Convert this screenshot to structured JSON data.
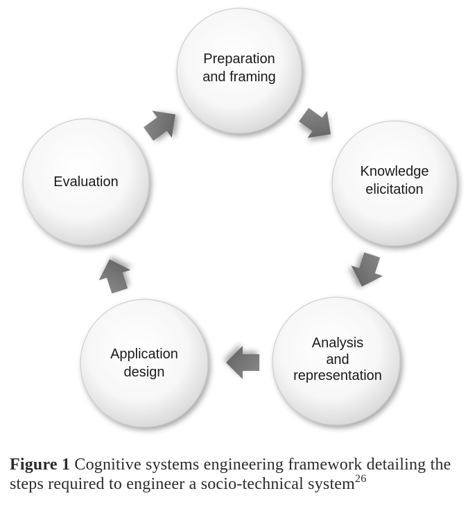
{
  "nodes": [
    {
      "id": "preparation",
      "lines": [
        "Preparation",
        "and framing"
      ]
    },
    {
      "id": "knowledge",
      "lines": [
        "Knowledge",
        "elicitation"
      ]
    },
    {
      "id": "analysis",
      "lines": [
        "Analysis",
        "and",
        "representation"
      ]
    },
    {
      "id": "application",
      "lines": [
        "Application",
        "design"
      ]
    },
    {
      "id": "evaluation",
      "lines": [
        "Evaluation"
      ]
    }
  ],
  "caption": {
    "label": "Figure 1",
    "text": "Cognitive systems engineering framework detailing the steps required to engineer a socio-technical system",
    "reference": "26"
  },
  "colors": {
    "circle_edge": "#c8c8c8",
    "circle_fill_light": "#ffffff",
    "circle_fill_dark": "#d9d9d9",
    "arrow": "#7a7a7a"
  }
}
